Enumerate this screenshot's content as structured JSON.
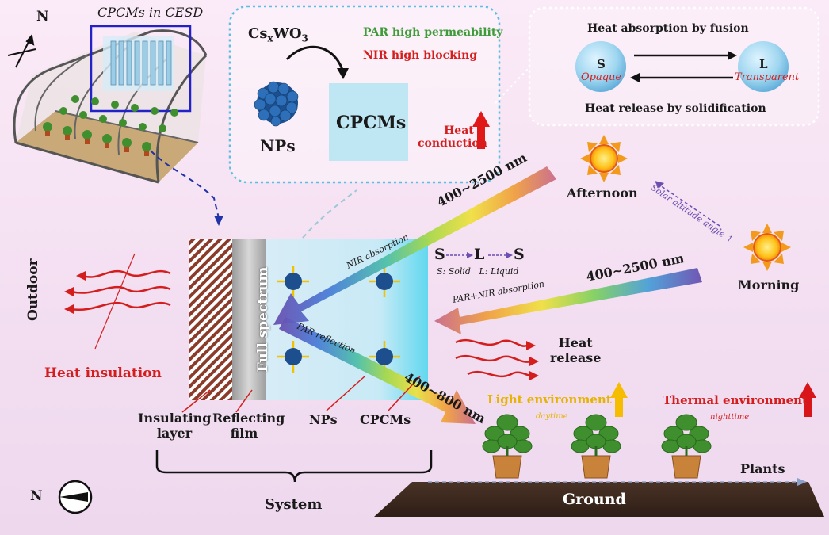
{
  "colors": {
    "red": "#d41e1e",
    "green": "#3e9b3a",
    "gold": "#e6b400",
    "blue": "#1c3f8c",
    "navy": "#23306e"
  },
  "greenhouse": {
    "caption": "CPCMs in CESD",
    "north": "N"
  },
  "nps_box": {
    "formula_base": "Cs",
    "formula_sub_x": "x",
    "formula_mid": "WO",
    "formula_sub_3": "3",
    "par": "PAR high permeability",
    "nir": "NIR high blocking",
    "nps": "NPs",
    "cpcms": "CPCMs",
    "heat_line1": "Heat",
    "heat_line2": "conduction"
  },
  "phase_box": {
    "fusion": "Heat absorption by fusion",
    "s": "S",
    "opaque": "Opaque",
    "l": "L",
    "transparent": "Transparent",
    "solidification": "Heat release by solidification"
  },
  "sun": {
    "afternoon": "Afternoon",
    "morning": "Morning",
    "altitude": "Solar altitude angle ↑"
  },
  "beams": {
    "upper": "400~2500 nm",
    "right": "400~2500 nm",
    "lower": "400~800 nm",
    "nir_absorption": "NIR absorption",
    "par_nir": "PAR+NIR absorption",
    "par_reflection": "PAR reflection"
  },
  "sls": {
    "s1": "S",
    "l": "L",
    "s2": "S",
    "legend": "S: Solid   L: Liquid"
  },
  "system": {
    "full_spectrum": "Full spectrum",
    "insulating1": "Insulating",
    "insulating2": "layer",
    "reflecting1": "Reflecting",
    "reflecting2": "film",
    "nps": "NPs",
    "cpcms": "CPCMs",
    "system": "System"
  },
  "left": {
    "outdoor": "Outdoor",
    "heat_insulation": "Heat insulation"
  },
  "right": {
    "heat_release1": "Heat",
    "heat_release2": "release",
    "light_env": "Light environment",
    "daytime": "daytime",
    "thermal_env": "Thermal environment",
    "nighttime": "nighttime",
    "plants": "Plants",
    "ground": "Ground"
  },
  "compass": {
    "n": "N"
  }
}
